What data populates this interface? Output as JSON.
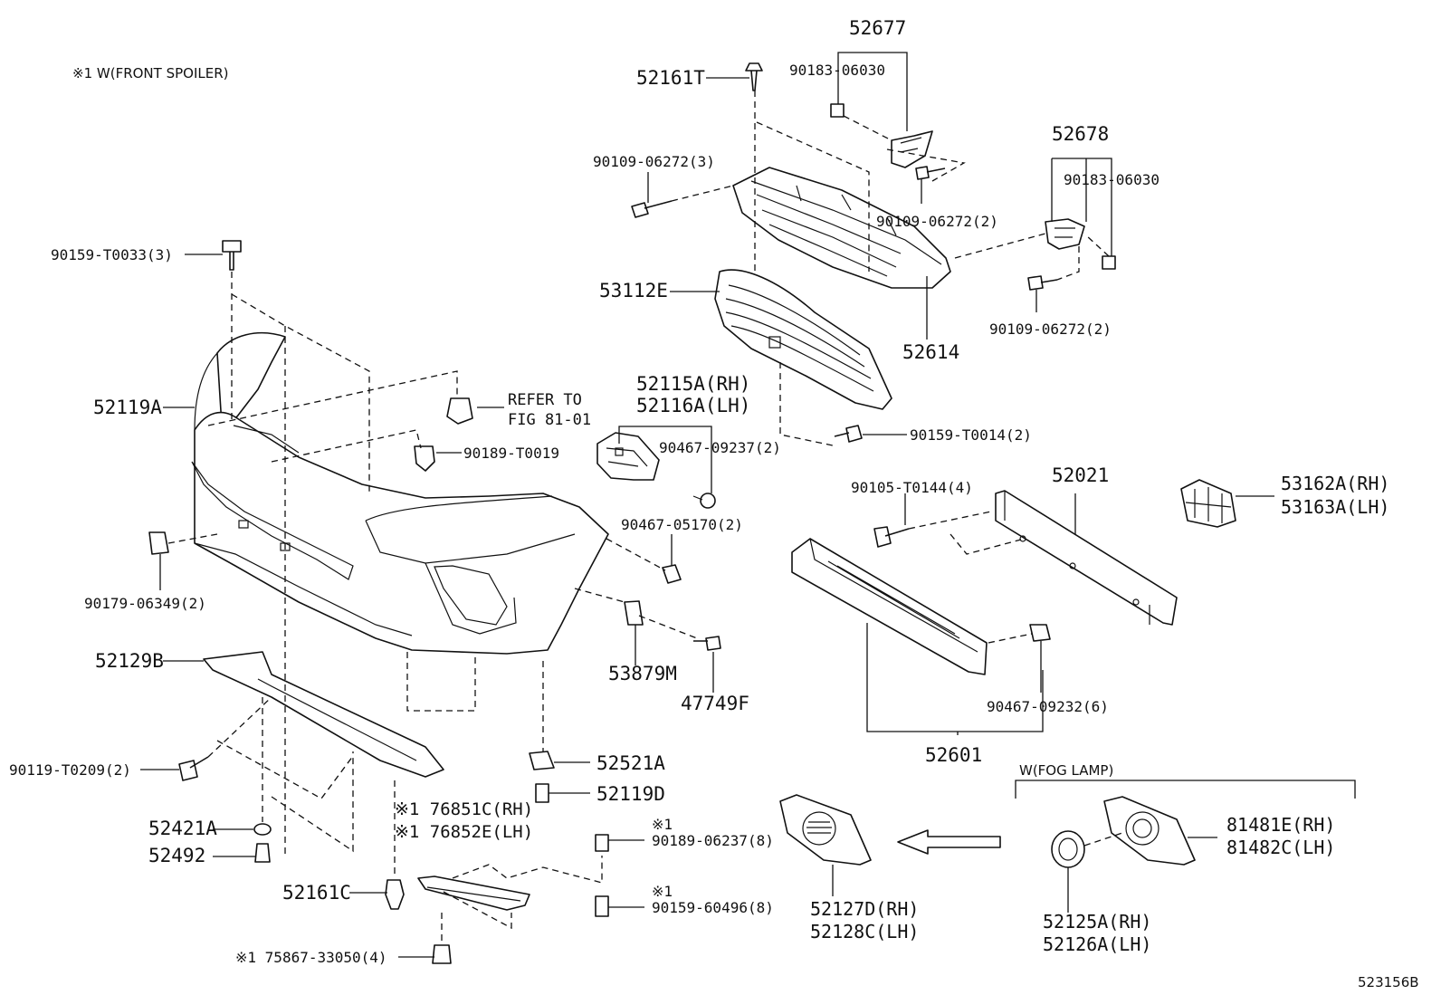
{
  "diagram": {
    "note_front_spoiler": "※1 W(FRONT SPOILER)",
    "fog_lamp_group": "W(FOG LAMP)",
    "illustration_no": "523156B"
  },
  "labels": {
    "p52677": "52677",
    "p52161T": "52161T",
    "p90183a": "90183-06030",
    "p90109a": "90109-06272(3)",
    "p52678": "52678",
    "p90183b": "90183-06030",
    "p90109b": "90109-06272(2)",
    "p90159a": "90159-T0033(3)",
    "p53112E": "53112E",
    "p52614": "52614",
    "p90109c": "90109-06272(2)",
    "p52119A": "52119A",
    "refer_1": "REFER TO",
    "refer_2": "FIG 81-01",
    "p90189a": "90189-T0019",
    "p52115A": "52115A(RH)",
    "p52116A": "52116A(LH)",
    "p90467a": "90467-09237(2)",
    "p90159b": "90159-T0014(2)",
    "p90105": "90105-T0144(4)",
    "p52021": "52021",
    "p53162A": "53162A(RH)",
    "p53163A": "53163A(LH)",
    "p90179": "90179-06349(2)",
    "p90467b": "90467-05170(2)",
    "p52129B": "52129B",
    "p53879M": "53879M",
    "p47749F": "47749F",
    "p90467c": "90467-09232(6)",
    "p52601": "52601",
    "p90119": "90119-T0209(2)",
    "p52521A": "52521A",
    "p52119D": "52119D",
    "p52421A": "52421A",
    "p52492": "52492",
    "p76851C": "※1 76851C(RH)",
    "p76852E": "※1 76852E(LH)",
    "mark_1a": "※1",
    "p90189b": "90189-06237(8)",
    "mark_1b": "※1",
    "p90159c": "90159-60496(8)",
    "p52161C": "52161C",
    "p75867": "※1 75867-33050(4)",
    "p52127D": "52127D(RH)",
    "p52128C": "52128C(LH)",
    "p81481E": "81481E(RH)",
    "p81482C": "81482C(LH)",
    "p52125A": "52125A(RH)",
    "p52126A": "52126A(LH)"
  }
}
